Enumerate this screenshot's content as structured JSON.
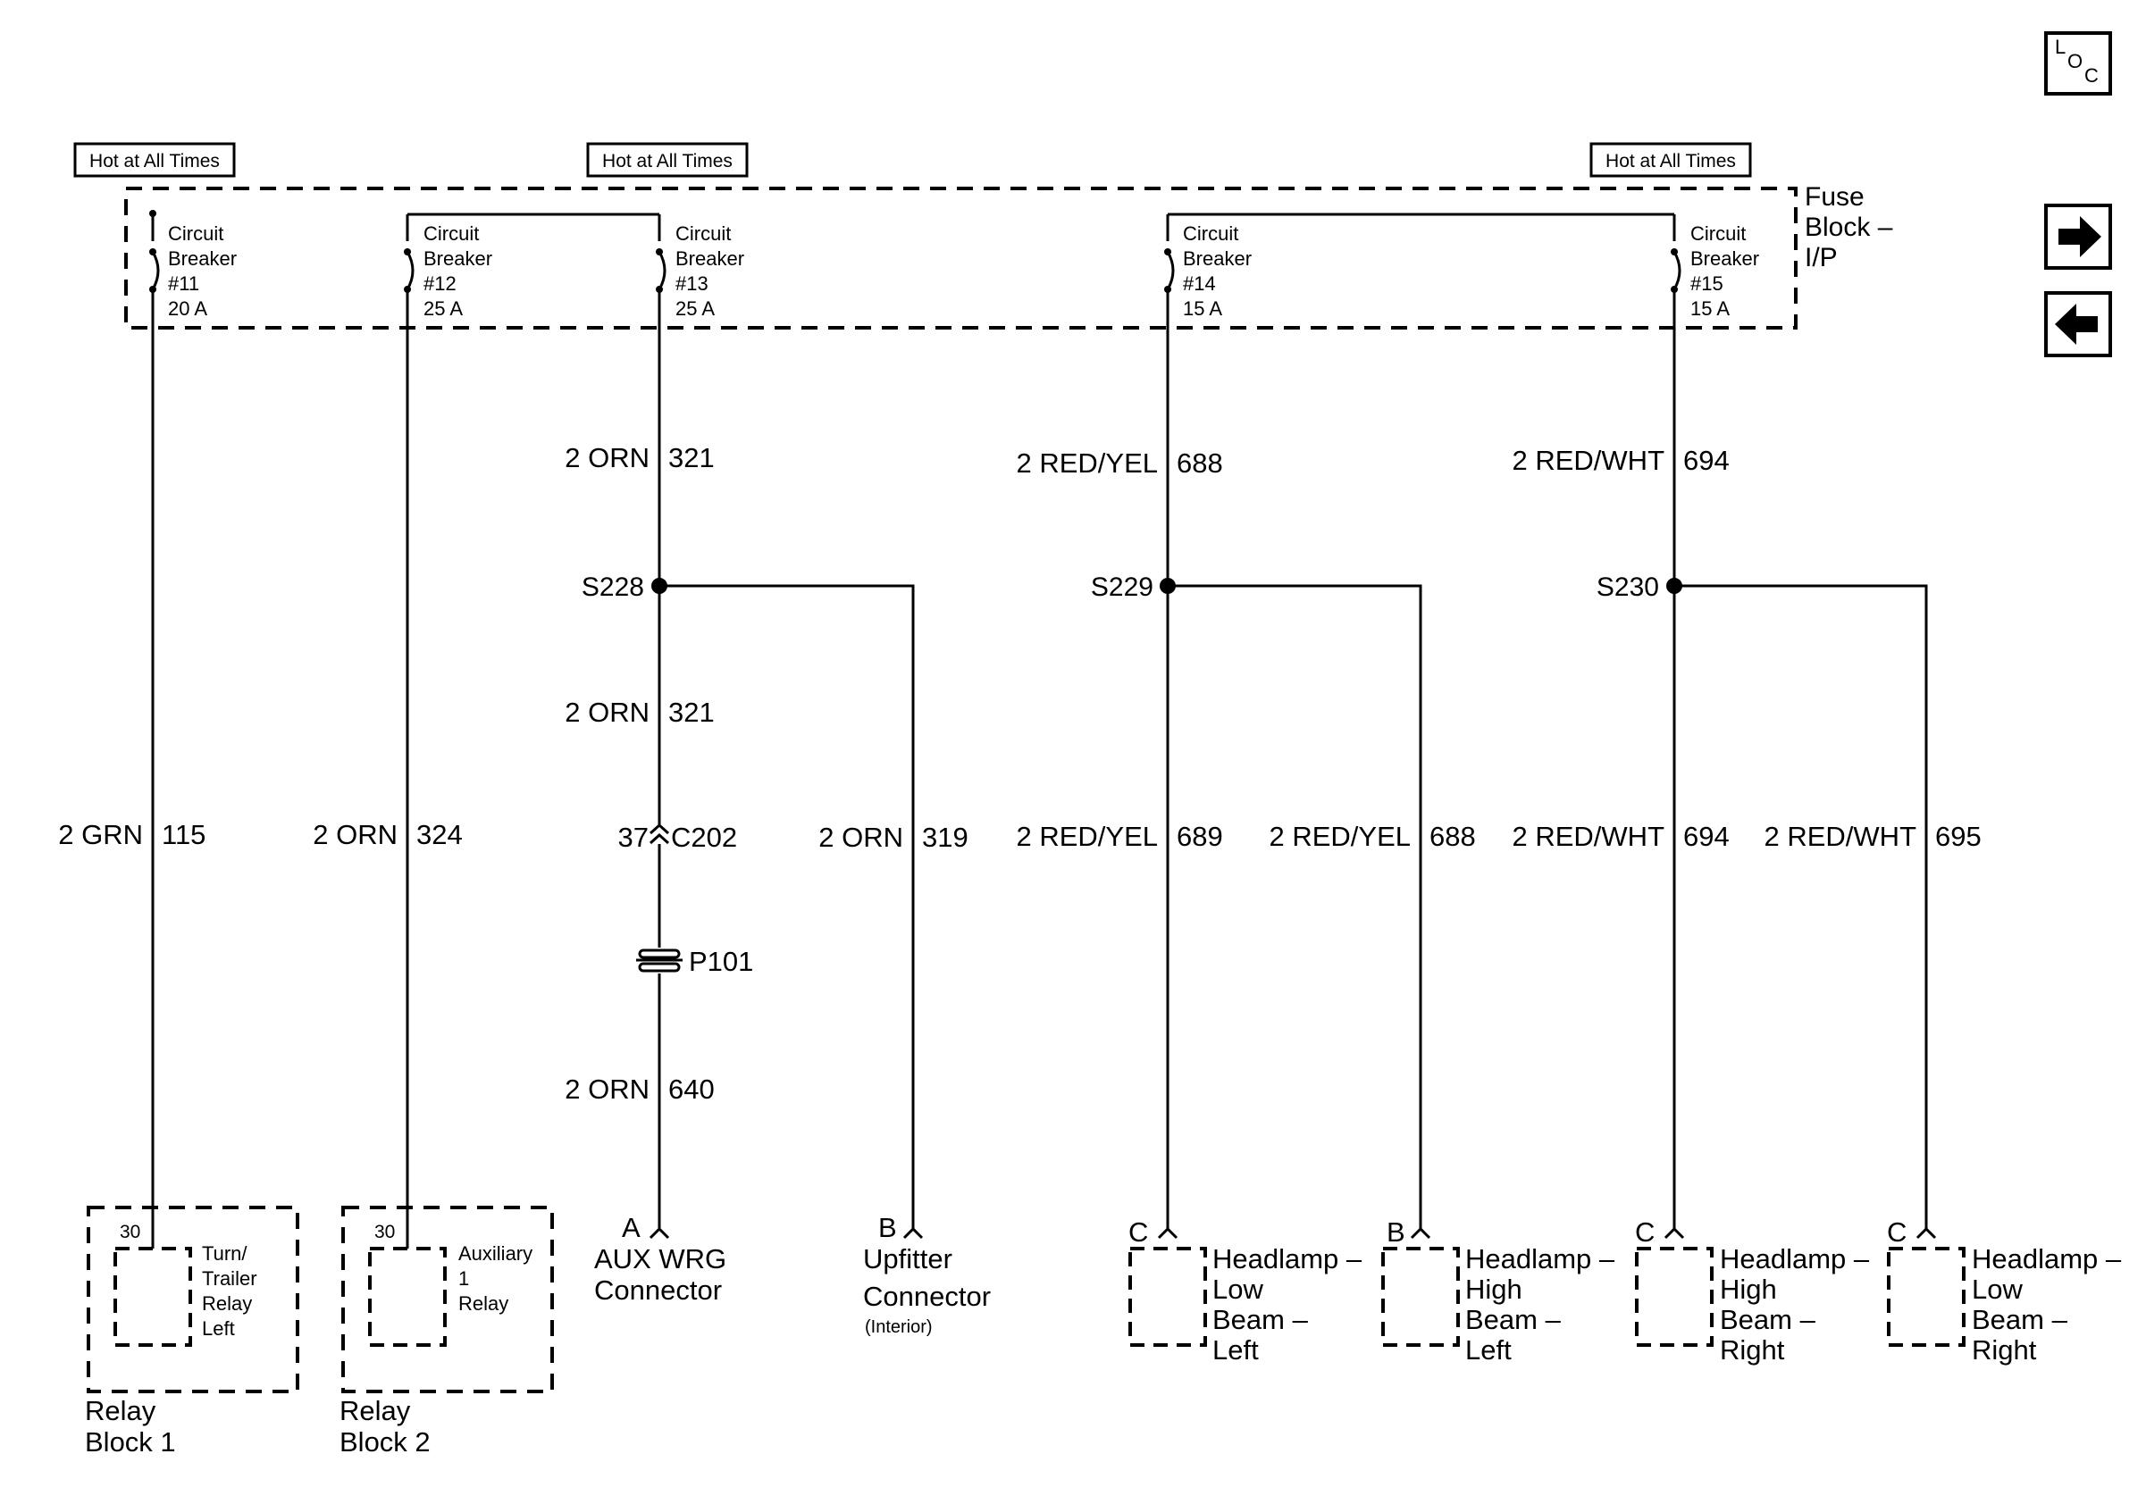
{
  "nav": {
    "loc": [
      "L",
      "O",
      "C"
    ],
    "forward": "forward-arrow",
    "back": "back-arrow"
  },
  "hot_label": "Hot at All Times",
  "fuse_block": [
    "Fuse",
    "Block –",
    "I/P"
  ],
  "breakers": [
    {
      "lines": [
        "Circuit",
        "Breaker",
        "#11",
        "20 A"
      ]
    },
    {
      "lines": [
        "Circuit",
        "Breaker",
        "#12",
        "25 A"
      ]
    },
    {
      "lines": [
        "Circuit",
        "Breaker",
        "#13",
        "25 A"
      ]
    },
    {
      "lines": [
        "Circuit",
        "Breaker",
        "#14",
        "15 A"
      ]
    },
    {
      "lines": [
        "Circuit",
        "Breaker",
        "#15",
        "15 A"
      ]
    }
  ],
  "wires": {
    "orn321_a": [
      "2 ORN",
      "321"
    ],
    "redyel688_a": [
      "2 RED/YEL",
      "688"
    ],
    "redwht694_a": [
      "2 RED/WHT",
      "694"
    ],
    "orn321_b": [
      "2 ORN",
      "321"
    ],
    "grn115": [
      "2 GRN",
      "115"
    ],
    "orn324": [
      "2 ORN",
      "324"
    ],
    "orn319": [
      "2 ORN",
      "319"
    ],
    "redyel689": [
      "2 RED/YEL",
      "689"
    ],
    "redyel688_b": [
      "2 RED/YEL",
      "688"
    ],
    "redwht694_b": [
      "2 RED/WHT",
      "694"
    ],
    "redwht695": [
      "2 RED/WHT",
      "695"
    ],
    "orn640": [
      "2 ORN",
      "640"
    ]
  },
  "splices": [
    "S228",
    "S229",
    "S230"
  ],
  "connector_c202": {
    "pin": "37",
    "name": "C202"
  },
  "p101": "P101",
  "relays": [
    {
      "pin": "30",
      "relay": [
        "Turn/",
        "Trailer",
        "Relay",
        "Left"
      ],
      "block": [
        "Relay",
        "Block 1"
      ]
    },
    {
      "pin": "30",
      "relay": [
        "Auxiliary",
        "1",
        "Relay"
      ],
      "block": [
        "Relay",
        "Block 2"
      ]
    }
  ],
  "aux_connector": {
    "pin": "A",
    "label": [
      "AUX WRG",
      "Connector"
    ]
  },
  "upfitter": {
    "pin": "B",
    "label": [
      "Upfitter",
      "Connector"
    ],
    "note": "(Interior)"
  },
  "headlamps": [
    {
      "pin": "C",
      "label": [
        "Headlamp –",
        "Low",
        "Beam –",
        "Left"
      ]
    },
    {
      "pin": "B",
      "label": [
        "Headlamp –",
        "High",
        "Beam –",
        "Left"
      ]
    },
    {
      "pin": "C",
      "label": [
        "Headlamp –",
        "High",
        "Beam –",
        "Right"
      ]
    },
    {
      "pin": "C",
      "label": [
        "Headlamp –",
        "Low",
        "Beam –",
        "Right"
      ]
    }
  ]
}
